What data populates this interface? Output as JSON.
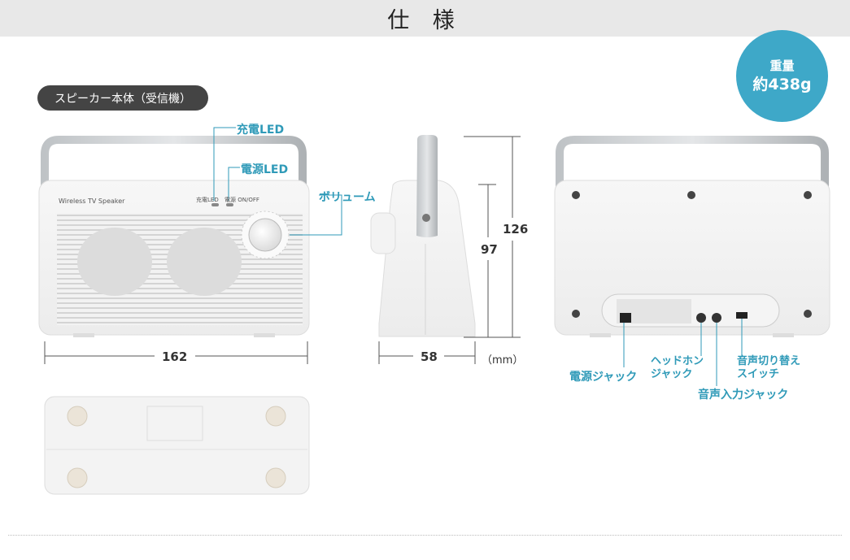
{
  "header": {
    "title": "仕 様"
  },
  "weight": {
    "label": "重量",
    "value": "約438g"
  },
  "section": {
    "label": "スピーカー本体（受信機）"
  },
  "callouts": {
    "charge_led": "充電LED",
    "power_led": "電源LED",
    "volume": "ボリューム",
    "power_jack": "電源ジャック",
    "headphone_jack_1": "ヘッドホン",
    "headphone_jack_2": "ジャック",
    "audio_in_jack": "音声入力ジャック",
    "switch_1": "音声切り替え",
    "switch_2": "スイッチ"
  },
  "dimensions": {
    "width": "162",
    "depth": "58",
    "height_total": "126",
    "height_body": "97",
    "unit": "（mm）"
  },
  "device_print": {
    "brand": "Wireless TV Speaker",
    "charge_led_label": "充電LED",
    "power_label": "電源 ON/OFF"
  },
  "colors": {
    "accent": "#3ea8c8",
    "callout": "#2f9ab8",
    "header_bg": "#e8e8e8",
    "tag_bg": "#444444"
  }
}
